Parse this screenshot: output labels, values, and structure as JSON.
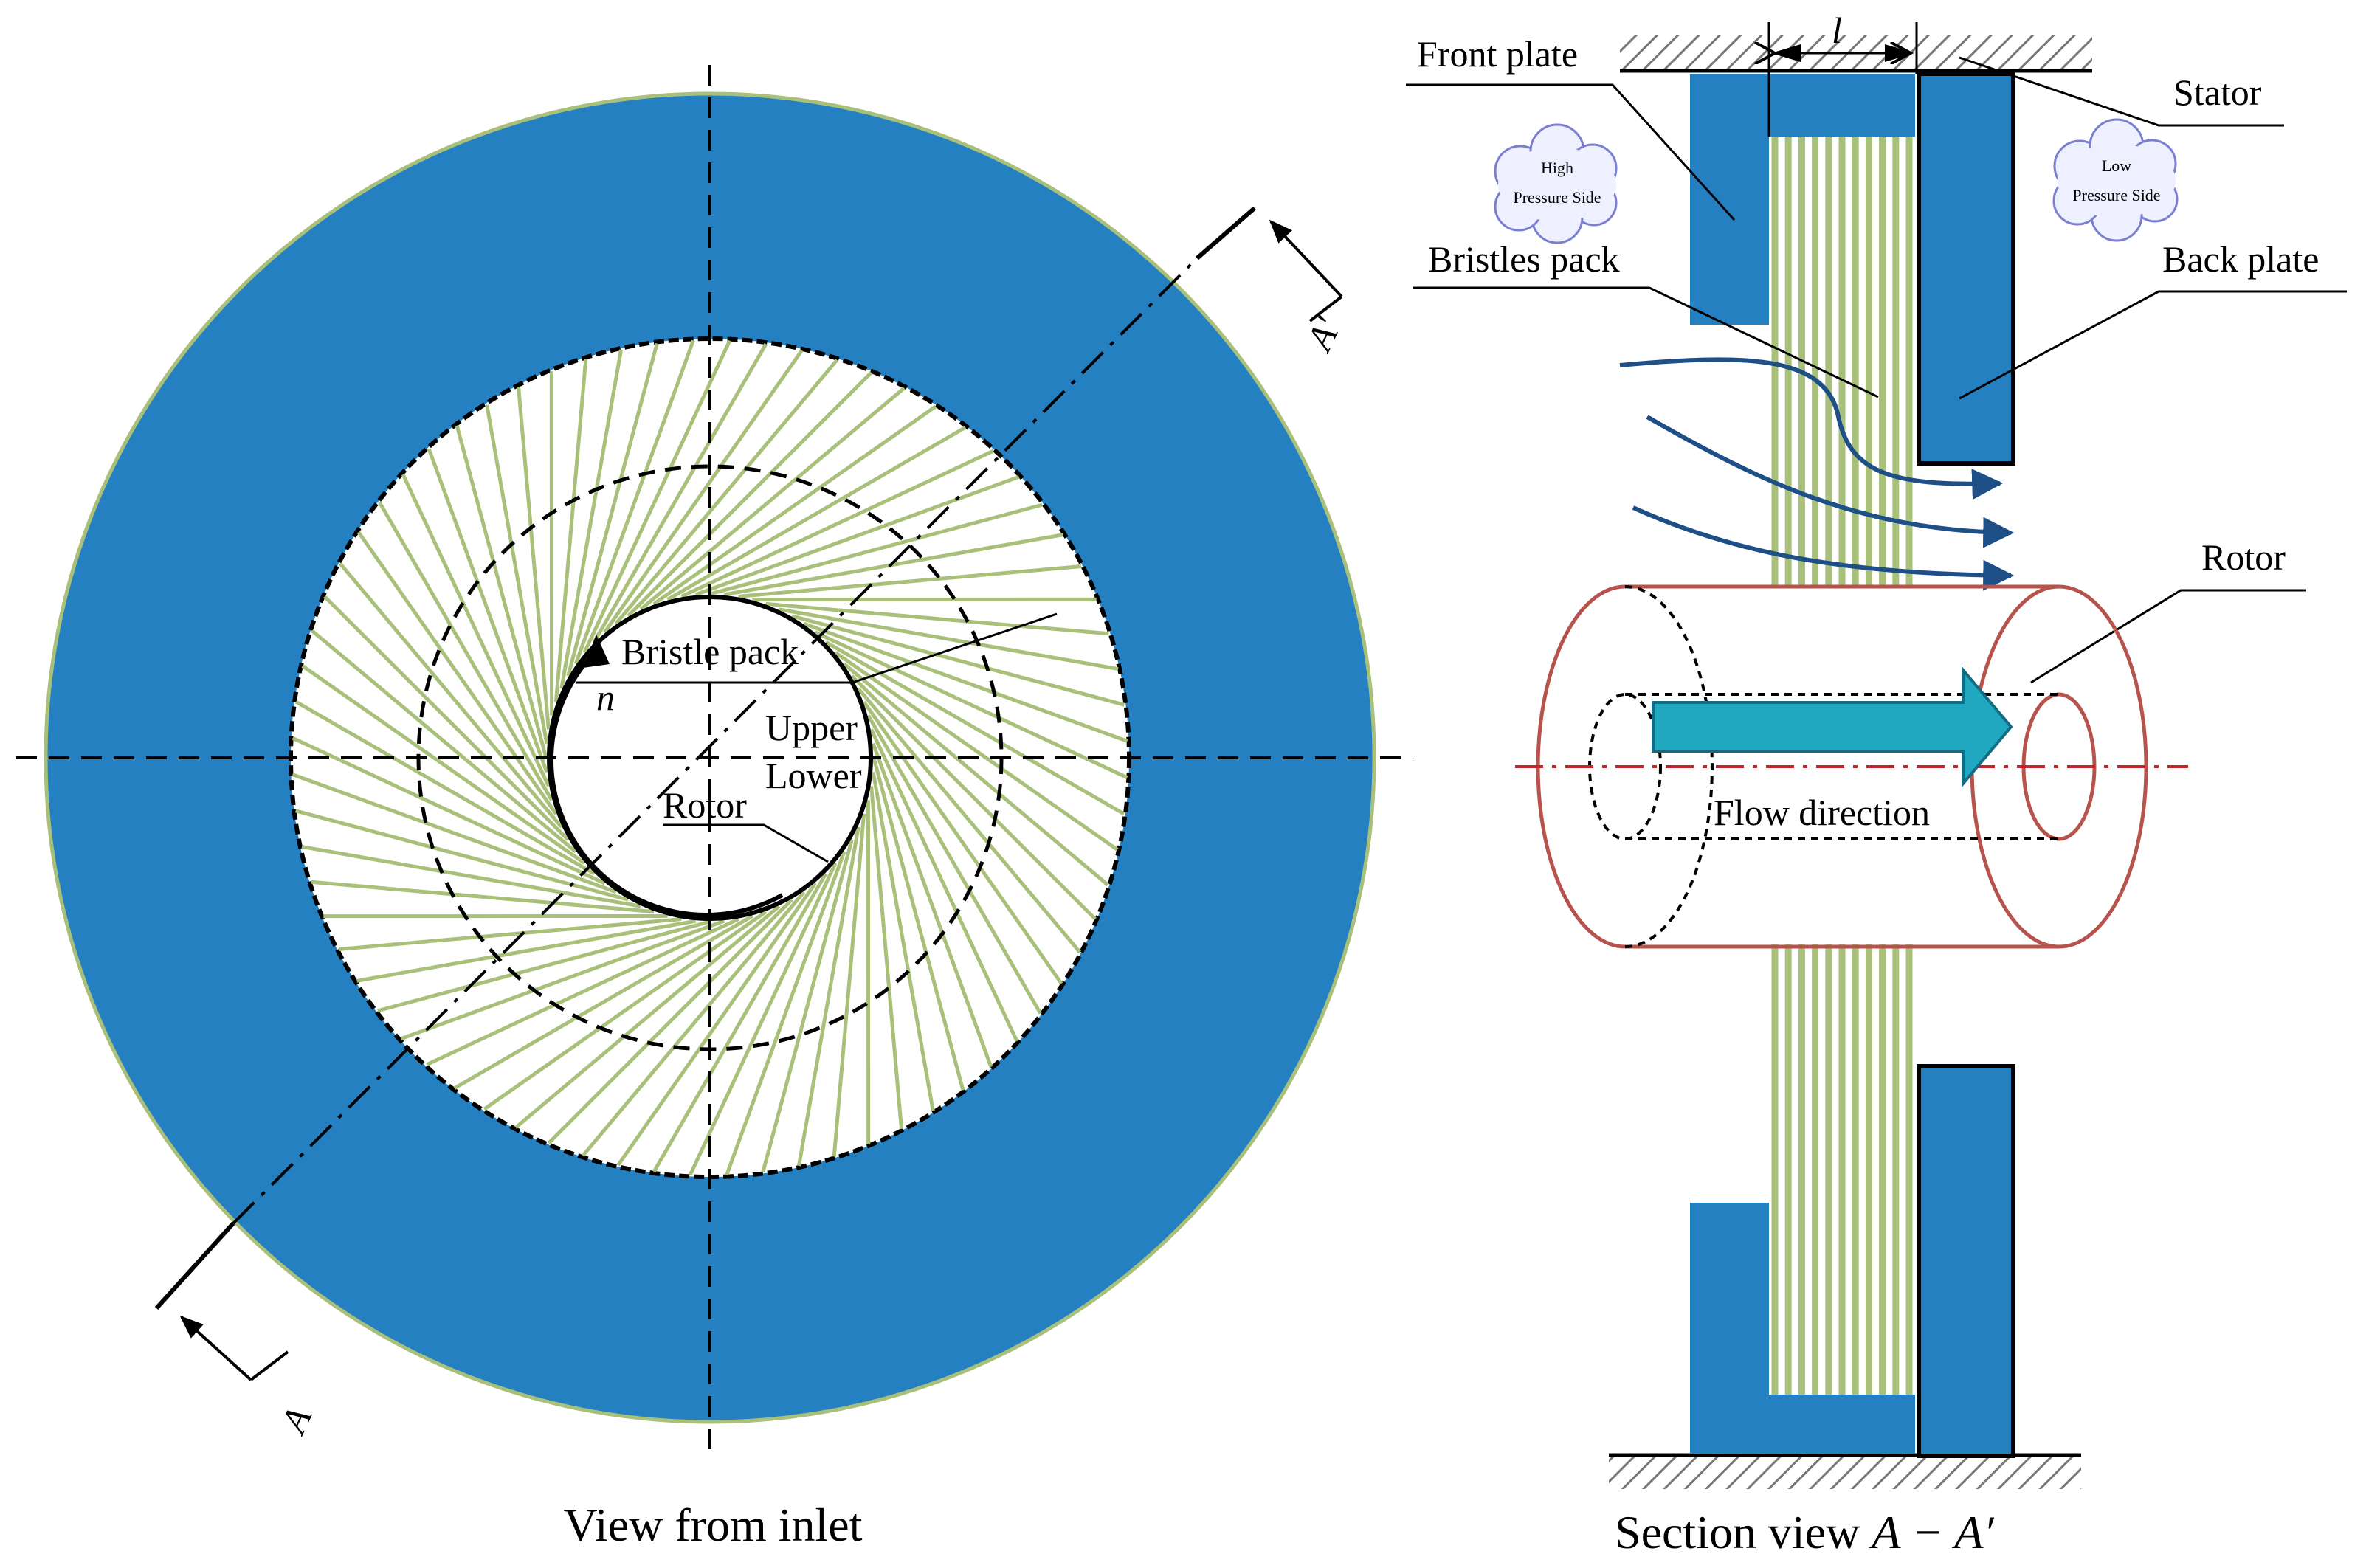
{
  "colors": {
    "blue": "#2480c1",
    "bristle": "#a9c07b",
    "rotor": "#b5534c",
    "flow_arrow": "#1e4f86",
    "big_arrow": "#20a8c0"
  },
  "left_view": {
    "caption": "View from inlet",
    "bristle_pack_label": "Bristle pack",
    "rotation_label": "n",
    "upper_label": "Upper",
    "lower_label": "Lower",
    "rotor_label": "Rotor",
    "section_start_label": "A",
    "section_end_label": "A′"
  },
  "right_view": {
    "caption_prefix": "Section view ",
    "caption_italic": "A − A′",
    "front_plate_label": "Front plate",
    "stator_label": "Stator",
    "length_label": "l",
    "high_pressure_line1": "High",
    "high_pressure_line2": "Pressure Side",
    "low_pressure_line1": "Low",
    "low_pressure_line2": "Pressure Side",
    "bristles_pack_label": "Bristles pack",
    "back_plate_label": "Back plate",
    "rotor_label": "Rotor",
    "flow_direction_label": "Flow direction"
  }
}
